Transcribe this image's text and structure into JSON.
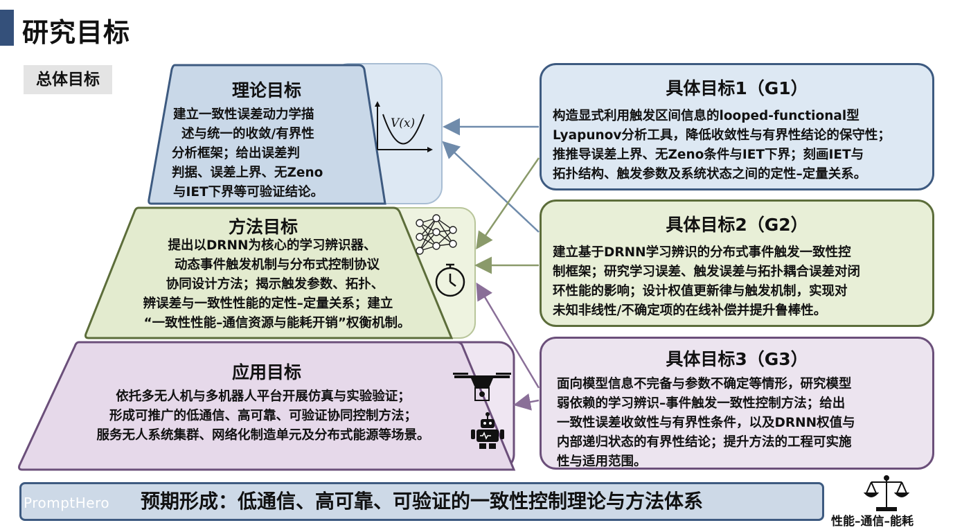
{
  "header": {
    "title": "研究目标",
    "overall_tag": "总体目标"
  },
  "left": {
    "theory": {
      "title": "理论目标",
      "lines": [
        "建立一致性误差动力学描",
        "述与统一的收敛/有界性",
        "分析框架；给出误差判",
        "判据、误差上界、无Zeno",
        "与IET下界等可验证结论。"
      ],
      "formula": "V(x)"
    },
    "method": {
      "title": "方法目标",
      "lines": [
        "提出以DRNN为核心的学习辨识器、",
        "动态事件触发机制与分布式控制协议",
        "协同设计方法；揭示触发参数、拓扑、",
        "辨误差与一致性性能的定性–定量关系；建立",
        "“一致性性能–通信资源与能耗开销”权衡机制。"
      ]
    },
    "application": {
      "title": "应用目标",
      "lines": [
        "依托多无人机与多机器人平台开展仿真与实验验证；",
        "形成可推广的低通信、高可靠、可验证协同控制方法；",
        "服务无人系统集群、网络化制造单元及分布式能源等场景。"
      ]
    }
  },
  "right": {
    "g1": {
      "title": "具体目标1（G1）",
      "lines": [
        "构造显式利用触发区间信息的looped-functional型",
        "Lyapunov分析工具，降低收敛性与有界性结论的保守性；",
        "推推导误差上界、无Zeno条件与IET下界；刻画IET与",
        "拓扑结构、触发参数及系统状态之间的定性–定量关系。"
      ]
    },
    "g2": {
      "title": "具体目标2（G2）",
      "lines": [
        "建立基于DRNN学习辨识的分布式事件触发一致性控",
        "制框架；研究学习误差、触发误差与拓扑耦合误差对闭",
        "环性能的影响；设计权值更新律与触发机制，实现对",
        "未知非线性/不确定项的在线补偿并提升鲁棒性。"
      ]
    },
    "g3": {
      "title": "具体目标3（G3）",
      "lines": [
        "面向模型信息不完备与参数不确定等情形，研究模型",
        "弱依赖的学习辨识–事件触发一致性控制方法；给出",
        "一致性误差收敛性与有界性条件，以及DRNN权值与",
        "内部递归状态的有界性结论；提升方法的工程可实施",
        "性与适用范围。"
      ]
    }
  },
  "footer": {
    "expected": "预期形成：低通信、高可靠、可验证的一致性控制理论与方法体系",
    "watermark": "PromptHero",
    "balance_label": "性能–通信–能耗"
  },
  "icons": [
    "lyapunov-plot-icon",
    "neural-network-icon",
    "stopwatch-icon",
    "drone-icon",
    "robot-icon",
    "balance-scale-icon"
  ],
  "colors": {
    "theory_fill": "#c9d8e8",
    "theory_stroke": "#3d5a80",
    "method_fill": "#e3ebcf",
    "method_stroke": "#5c6d3a",
    "application_fill": "#e6d9ea",
    "application_stroke": "#6b4f7a"
  }
}
